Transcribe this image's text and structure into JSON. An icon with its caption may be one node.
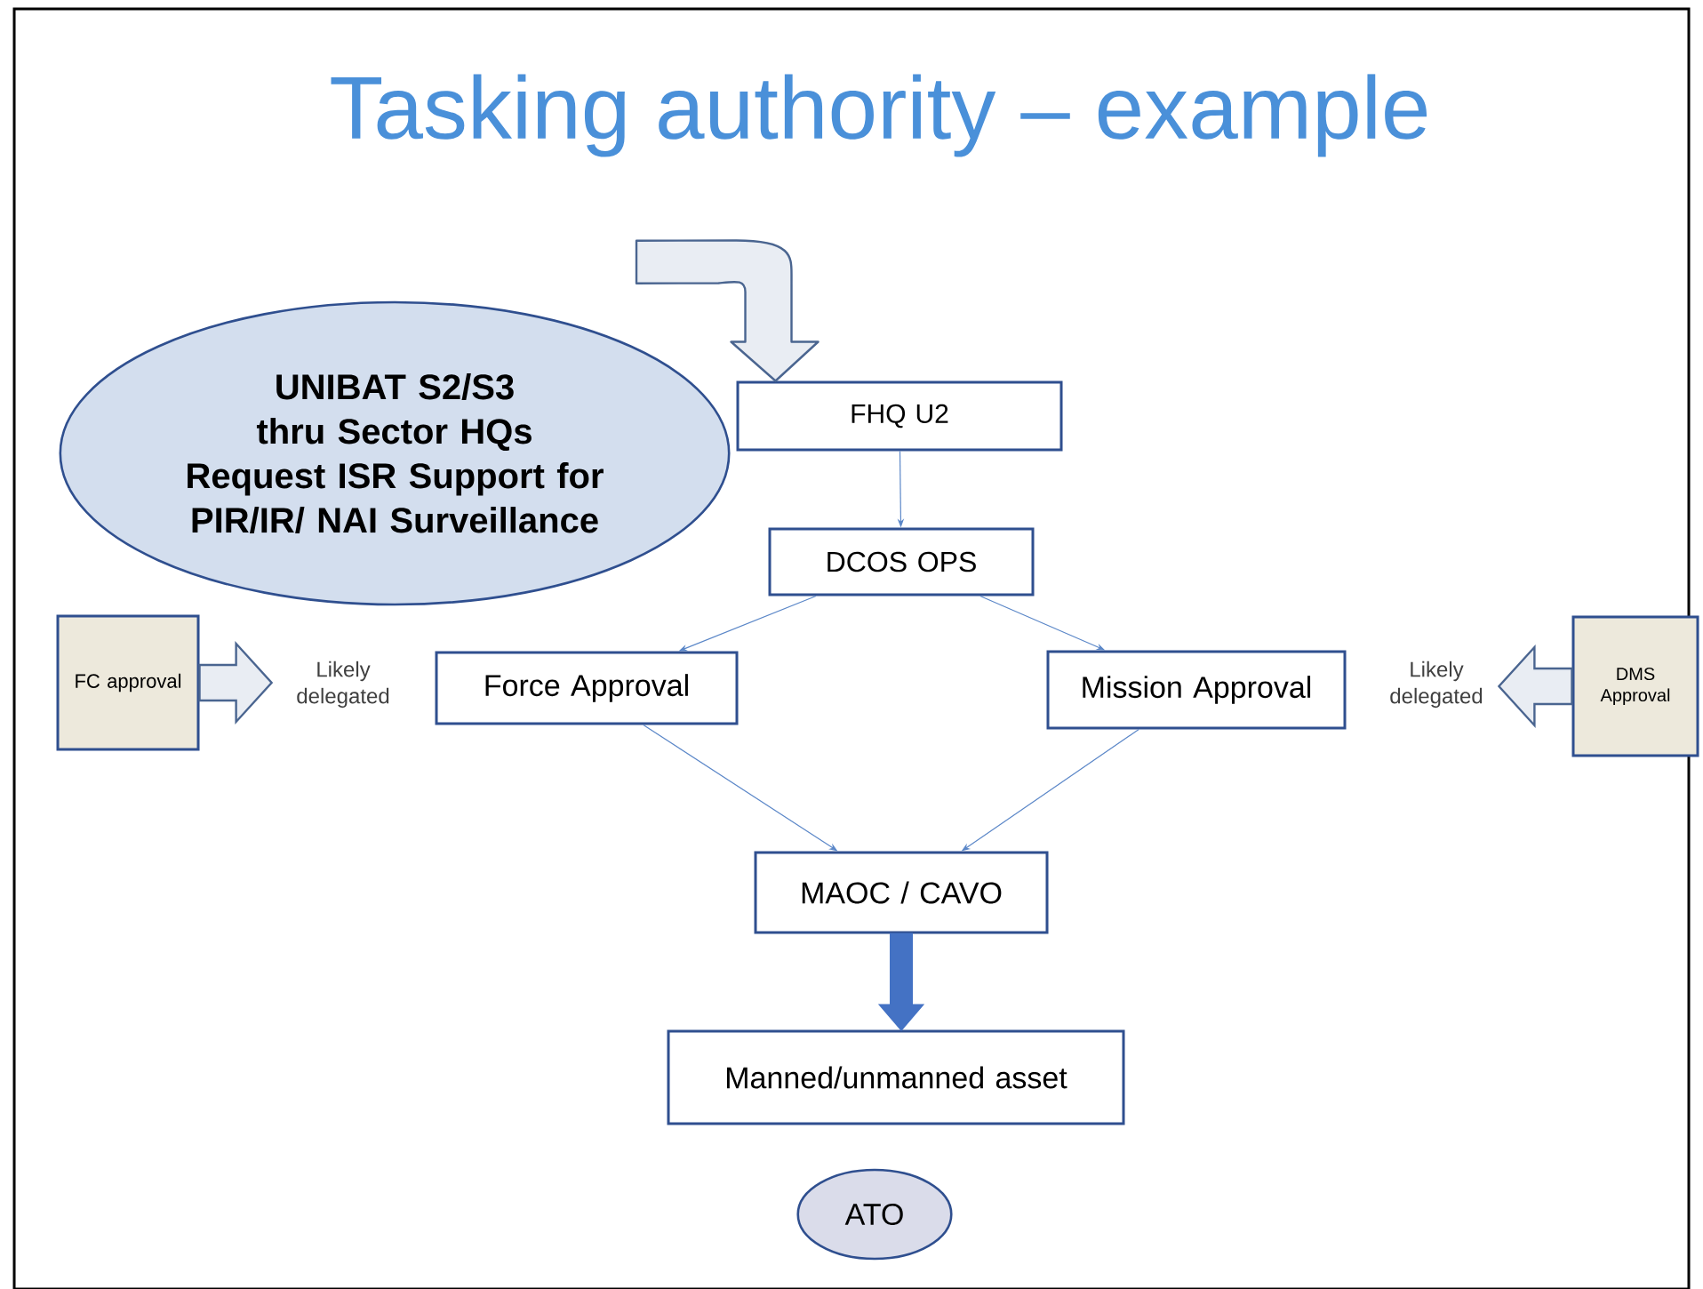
{
  "diagram": {
    "title": "Tasking authority – example",
    "nodes": [
      {
        "text": [
          "UNIBAT S2/S3 thru Sector HQs",
          "Request ISR Support for PIR/IR/ NAI Surveillance"
        ]
      },
      {
        "text": [
          "FHQ U2"
        ]
      },
      {
        "text": [
          "DCOS OPS"
        ]
      },
      {
        "text": [
          "FC approval"
        ]
      },
      {
        "text": [
          "Likely delegated"
        ]
      },
      {
        "text": [
          "Force Approval"
        ]
      },
      {
        "text": [
          "Mission Approval"
        ]
      },
      {
        "text": [
          "Likely delegated"
        ]
      },
      {
        "text": [
          "DMS Approval"
        ]
      },
      {
        "text": [
          "MAOC / CAVO"
        ]
      },
      {
        "text": [
          "Manned/unmanned asset"
        ]
      },
      {
        "text": [
          "ATO"
        ]
      }
    ],
    "edges": [
      {
        "from": 0,
        "to": 1,
        "arrow": "to",
        "style": "thick"
      },
      {
        "from": 1,
        "to": 2,
        "arrow": "to"
      },
      {
        "from": 2,
        "to": 5,
        "arrow": "to"
      },
      {
        "from": 2,
        "to": 6,
        "arrow": "to"
      },
      {
        "from": 3,
        "to": 4,
        "arrow": "to",
        "style": "thick"
      },
      {
        "from": 8,
        "to": 7,
        "arrow": "to",
        "style": "thick"
      },
      {
        "from": 5,
        "to": 9,
        "arrow": "to"
      },
      {
        "from": 6,
        "to": 9,
        "arrow": "to"
      },
      {
        "from": 9,
        "to": 10,
        "arrow": "to",
        "style": "thick",
        "color": "#4472c4"
      }
    ]
  }
}
